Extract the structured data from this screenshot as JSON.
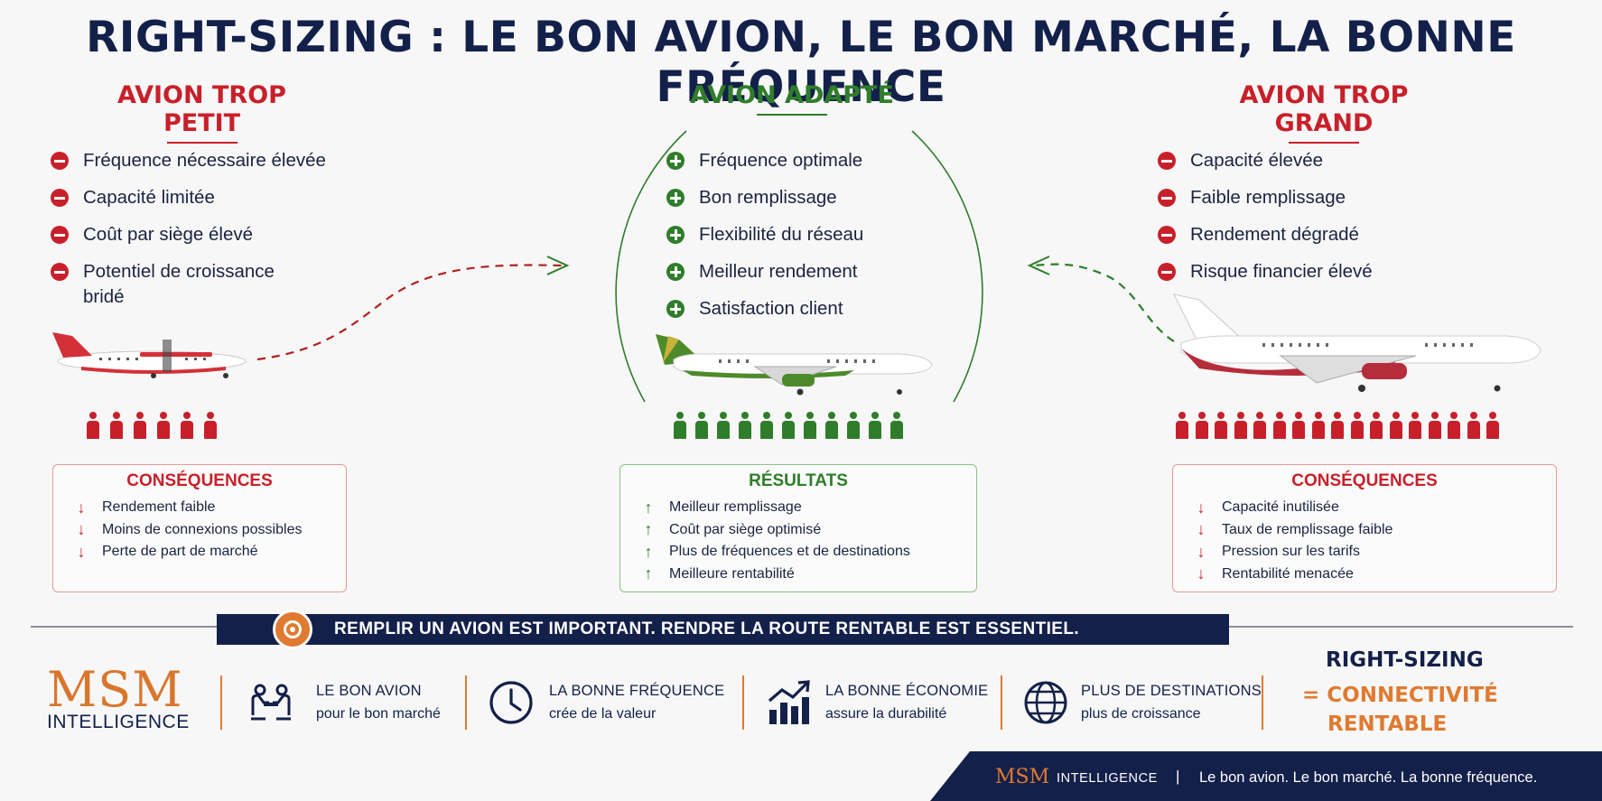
{
  "title": "RIGHT-SIZING : LE BON AVION, LE BON MARCHÉ, LA BONNE FRÉQUENCE",
  "colors": {
    "navy": "#13204a",
    "red": "#c8202a",
    "green": "#2f7d2a",
    "orange": "#e07a30"
  },
  "left": {
    "title": "AVION TROP PETIT",
    "items": [
      "Fréquence nécessaire élevée",
      "Capacité limitée",
      "Coût par siège élevé",
      "Potentiel de croissance bridé"
    ],
    "passengers": 6,
    "box_title": "CONSÉQUENCES",
    "box_items": [
      "Rendement faible",
      "Moins de connexions possibles",
      "Perte de part de marché"
    ]
  },
  "center": {
    "title": "AVION ADAPTÉ",
    "items": [
      "Fréquence optimale",
      "Bon remplissage",
      "Flexibilité du réseau",
      "Meilleur rendement",
      "Satisfaction client"
    ],
    "passengers": 11,
    "box_title": "RÉSULTATS",
    "box_items": [
      "Meilleur remplissage",
      "Coût par siège optimisé",
      "Plus de fréquences et de destinations",
      "Meilleure rentabilité"
    ]
  },
  "right": {
    "title": "AVION TROP GRAND",
    "items": [
      "Capacité élevée",
      "Faible remplissage",
      "Rendement dégradé",
      "Risque financier élevé"
    ],
    "passengers": 17,
    "box_title": "CONSÉQUENCES",
    "box_items": [
      "Capacité inutilisée",
      "Taux de remplissage faible",
      "Pression sur les tarifs",
      "Rentabilité menacée"
    ]
  },
  "banner": "REMPLIR UN AVION EST IMPORTANT. RENDRE LA ROUTE RENTABLE EST ESSENTIEL.",
  "logo": {
    "msm": "MSM",
    "intelligence": "INTELLIGENCE"
  },
  "features": [
    {
      "icon": "meeting-icon",
      "line1": "LE BON AVION",
      "line2": "pour le bon marché"
    },
    {
      "icon": "clock-icon",
      "line1": "LA BONNE FRÉQUENCE",
      "line2": "crée de la valeur"
    },
    {
      "icon": "growth-chart-icon",
      "line1": "LA BONNE ÉCONOMIE",
      "line2": "assure la durabilité"
    },
    {
      "icon": "globe-icon",
      "line1": "PLUS DE DESTINATIONS",
      "line2": "plus de croissance"
    }
  ],
  "summary": {
    "line1": "RIGHT-SIZING",
    "line2": "= CONNECTIVITÉ",
    "line3": "RENTABLE"
  },
  "footer": {
    "msm": "MSM",
    "intelligence": "INTELLIGENCE",
    "separator": "|",
    "tagline": "Le bon avion. Le bon marché. La bonne fréquence."
  }
}
